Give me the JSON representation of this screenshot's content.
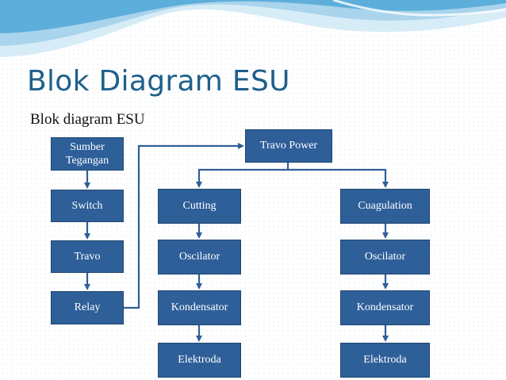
{
  "slide": {
    "title": "Blok Diagram ESU",
    "subtitle": "Blok diagram ESU"
  },
  "blocks": {
    "sumber_tegangan": "Sumber Tegangan",
    "switch": "Switch",
    "travo": "Travo",
    "relay": "Relay",
    "travo_power": "Travo Power",
    "cutting": "Cutting",
    "cut_oscilator": "Oscilator",
    "cut_kondensator": "Kondensator",
    "cut_elektroda": "Elektroda",
    "cuagulation": "Cuagulation",
    "coag_oscilator": "Oscilator",
    "coag_kondensator": "Kondensator",
    "coag_elektroda": "Elektroda"
  },
  "colors": {
    "block_fill": "#2e5f99",
    "block_border": "#20476f",
    "connector": "#2f5f98",
    "title": "#1f5f8b",
    "wave_dark": "#4fa3d1",
    "wave_light": "#bfe0f2"
  }
}
